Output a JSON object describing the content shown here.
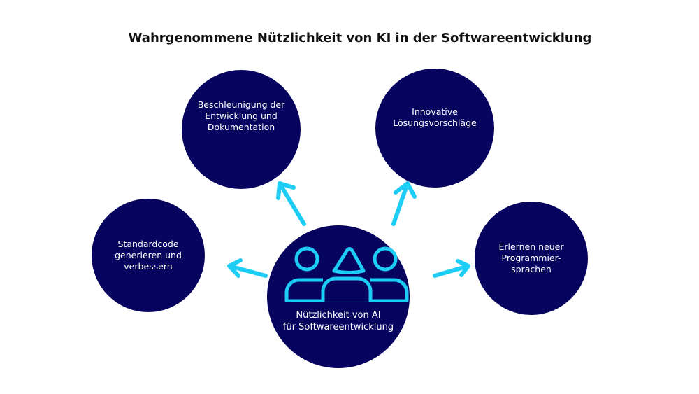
{
  "title": "Wahrgenommene Nützlichkeit von KI in der Softwareentwicklung",
  "center": {
    "label": "Nützlichkeit von AI\nfür Softwareentwicklung",
    "icon": "people-group-icon"
  },
  "benefits": [
    {
      "label": "Beschleunigung der\nEntwicklung und\nDokumentation"
    },
    {
      "label": "Innovative\nLösungsvorschläge"
    },
    {
      "label": "Standardcode\ngenerieren und\nverbessern"
    },
    {
      "label": "Erlernen neuer\nProgrammier-\nsprachen"
    }
  ],
  "colors": {
    "circle": "#06045e",
    "accent": "#1ecdf5"
  }
}
